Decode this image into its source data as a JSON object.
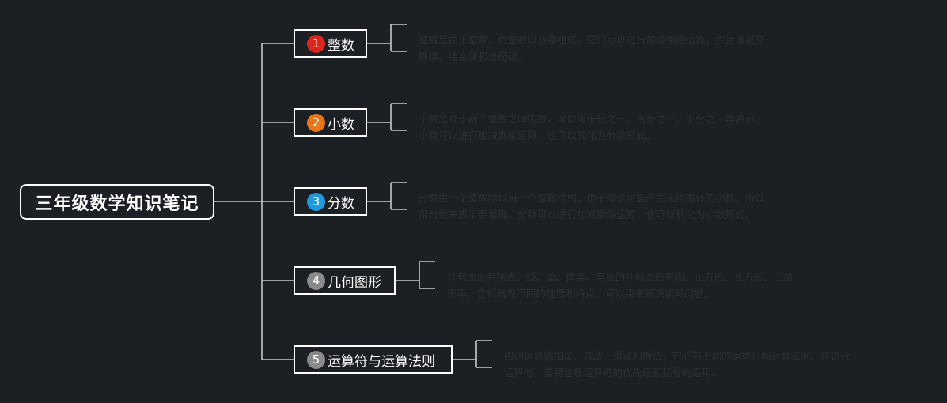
{
  "root": {
    "label": "三年级数学知识笔记"
  },
  "colors": {
    "background": "#1c1f24",
    "line": "#c8c8c8",
    "node_border": "#ffffff",
    "description_text": "#2b2e33"
  },
  "topics": [
    {
      "number": "1",
      "badge_color": "#d9261c",
      "label": "整数",
      "description": [
        "整数是由正整数、负整数以及零组成。它们可以进行加减乘除运算，并且满足交",
        "换律、结合律和分配律。"
      ]
    },
    {
      "number": "2",
      "badge_color": "#e8741c",
      "label": "小数",
      "description": [
        "小数是介于两个整数之间的数。可以用十分之一、百分之一、千分之一等表示。",
        "小数可以进行加减乘除运算，也可以转化为分数形式。"
      ]
    },
    {
      "number": "3",
      "badge_color": "#1e9be0",
      "label": "分数",
      "description": [
        "分数由一个整数除以另一个整数得到，由于除法可能产生无限循环的小数，所以",
        "用分数来表示更准确。分数可以进行加减乘除运算，也可以转化为小数形式。"
      ]
    },
    {
      "number": "4",
      "badge_color": "#8a8a8a",
      "label": "几何图形",
      "description": [
        "几何图形包括点、线、面、体等。常见的几何图形有圆、正方形、长方形、三角",
        "形等，它们具有不同的性质和特点，可以用来解决实际问题。"
      ]
    },
    {
      "number": "5",
      "badge_color": "#8a8a8a",
      "label": "运算符与运算法则",
      "description": [
        "四则运算指加法、减法、乘法和除法，它们有不同的运算符和运算法则。在进行",
        "运算时，需要注意运算符的优先级和括号的运用。"
      ]
    }
  ]
}
